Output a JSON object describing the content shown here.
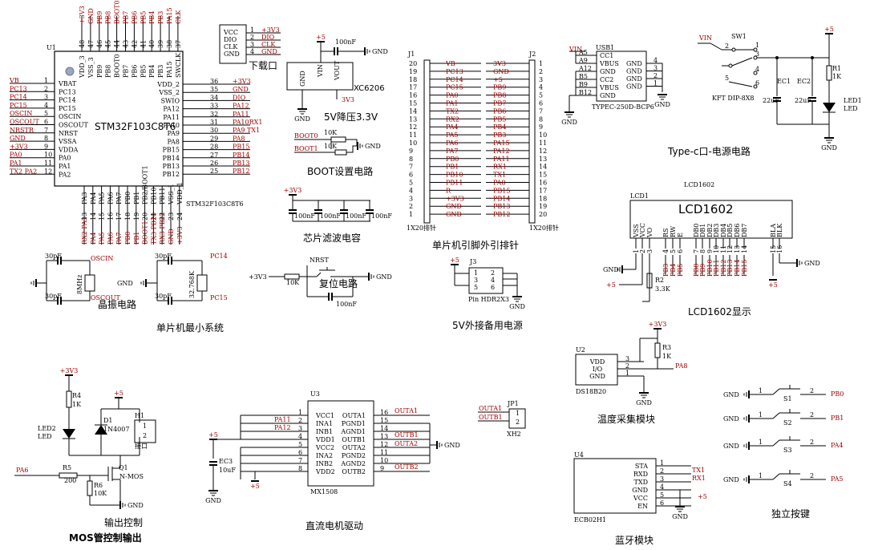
{
  "mcu": {
    "designator": "U1",
    "part": "STM32F103C8T6",
    "part_bottom": "STM32F103C8T6",
    "top_nums": [
      "48",
      "47",
      "46",
      "45",
      "44",
      "43",
      "42",
      "41",
      "40",
      "39",
      "38",
      "37"
    ],
    "top_names": [
      "VDD_3",
      "VSS_3",
      "PB9",
      "PB8",
      "BOOT0",
      "PB7",
      "PB6",
      "PB5",
      "PB4",
      "PB3",
      "PA15",
      "SWCLK"
    ],
    "top_nets": [
      "+3V3",
      "GND",
      "PB9",
      "PB8",
      "BOOT0",
      "PB7",
      "PB6",
      "PB5",
      "PB4",
      "PB3",
      "PA15",
      "CLK"
    ],
    "left_nums": [
      "1",
      "2",
      "3",
      "4",
      "5",
      "6",
      "7",
      "8",
      "9",
      "10",
      "11",
      "12"
    ],
    "left_names": [
      "VBAT",
      "PC13",
      "PC14",
      "PC15",
      "OSCIN",
      "OSCOUT",
      "NRST",
      "VSSA",
      "VDDA",
      "PA0",
      "PA1",
      "PA2"
    ],
    "left_nets": [
      "VB",
      "PC13",
      "PC14",
      "PC15",
      "OSCIN",
      "OSCOUT",
      "NRSTR",
      "GND",
      "+3V3",
      "PA0",
      "PA1",
      "TX2 PA2"
    ],
    "right_nums": [
      "36",
      "35",
      "34",
      "33",
      "32",
      "31",
      "30",
      "29",
      "28",
      "27",
      "26",
      "25"
    ],
    "right_names": [
      "VDD_2",
      "VSS_2",
      "SWIO",
      "PA12",
      "PA11",
      "PA10",
      "PA9",
      "PA8",
      "PB15",
      "PB14",
      "PB13",
      "PB12"
    ],
    "right_nets": [
      "+3V3",
      "GND",
      "DIO",
      "PA12",
      "PA11",
      "PA10RX1",
      "PA9  TX1",
      "PA8",
      "PB15",
      "PB14",
      "PB13",
      "PB12"
    ],
    "bottom_nums": [
      "13",
      "14",
      "15",
      "16",
      "17",
      "18",
      "19",
      "20",
      "21",
      "22",
      "23",
      "24"
    ],
    "bottom_names": [
      "PA3",
      "PA4",
      "PA5",
      "PA6",
      "PA7",
      "PB0",
      "PB1",
      "PB2/BOOT1",
      "PB10",
      "PB11",
      "VSS_1",
      "VDD_1"
    ],
    "bottom_nets": [
      "RX2 PA3",
      "PA4",
      "PA5",
      "PA6",
      "PA7",
      "PB0",
      "PB1",
      "BOOT1",
      "TX3 PB10",
      "RX3 PB11",
      "GND",
      "+3V3"
    ]
  },
  "download": {
    "pins": [
      "VCC",
      "DIO",
      "CLK",
      "GND"
    ],
    "nums": [
      "1",
      "2",
      "3",
      "4"
    ],
    "nets": [
      "+3V3",
      "DIO",
      "CLK",
      "GND"
    ],
    "title": "下载口"
  },
  "reg": {
    "vin_net": "+5",
    "cap": "100nF",
    "gnd": "GND",
    "pins": [
      "GND",
      "VIN",
      "VOUT"
    ],
    "part": "XC6206",
    "out_net": "3V3",
    "title": "5V降压3.3V"
  },
  "boot": {
    "nets": [
      "BOOT0",
      "BOOT1"
    ],
    "res": [
      "10K",
      "10K"
    ],
    "gnd": "GND",
    "title": "BOOT设置电路"
  },
  "filter": {
    "net": "+3V3",
    "caps": [
      "100nF",
      "100nF",
      "100nF",
      "100nF"
    ],
    "title": "芯片滤波电容"
  },
  "reset": {
    "label": "NRST",
    "net": "+3V3",
    "res": "10K",
    "cap": "100nF",
    "gnd": "GND",
    "title": "复位电路"
  },
  "osc": {
    "labels": [
      "30pF",
      "OSCIN",
      "8MHz",
      "30pF",
      "OSCOUT",
      "30pF",
      "PC14",
      "32.768K",
      "30pF",
      "PC15",
      "GND"
    ],
    "title": "晶振电路"
  },
  "min_sys_title": "单片机最小系统",
  "j1": {
    "name": "J1",
    "nums": [
      "20",
      "19",
      "18",
      "17",
      "16",
      "15",
      "14",
      "13",
      "12",
      "11",
      "10",
      "9",
      "8",
      "7",
      "6",
      "5",
      "4",
      "3",
      "2",
      "1"
    ],
    "nets": [
      "VB",
      "PC13",
      "PC14",
      "PC15",
      "PA0",
      "PA1",
      "TX2",
      "RX2",
      "PA4",
      "PA5",
      "PA6",
      "PA7",
      "PB0",
      "PB1",
      "PB10",
      "PB11",
      "R",
      "+3V3",
      "GND",
      "GND"
    ],
    "footer": "1X20排针"
  },
  "j2": {
    "name": "J2",
    "nums": [
      "1",
      "2",
      "3",
      "4",
      "5",
      "6",
      "7",
      "8",
      "9",
      "10",
      "11",
      "12",
      "13",
      "14",
      "15",
      "16",
      "17",
      "18",
      "19",
      "20"
    ],
    "nets": [
      "3V3",
      "GND",
      "+5",
      "PB9",
      "PB8",
      "PB7",
      "PB6",
      "PB5",
      "PB4",
      "PB3",
      "PA15",
      "PA12",
      "PA11",
      "RX1",
      "TX1",
      "PA8",
      "PB15",
      "PB14",
      "PB13",
      "PB12"
    ],
    "footer": "1X20排针"
  },
  "header_title": "单片机引脚外引排针",
  "j3": {
    "name": "J3",
    "net": "+5",
    "nums": [
      "1",
      "2",
      "3",
      "4",
      "5",
      "6"
    ],
    "part": "Pin HDR2X3",
    "gnd": "GND",
    "title": "5V外接备用电源"
  },
  "usb": {
    "name": "USB1",
    "vin": "VIN",
    "pins_left": [
      "A5",
      "A9",
      "A12",
      "B5",
      "B9",
      "B12"
    ],
    "names_left": [
      "CC1",
      "VBUS",
      "GND",
      "CC2",
      "VBUS",
      "GND"
    ],
    "names_right": [
      "GND",
      "GND",
      "GND",
      "GND"
    ],
    "nums_right": [
      "4",
      "3",
      "2",
      "1"
    ],
    "part": "TYPEC-250D-BCP6",
    "gnd": [
      "GND",
      "GND"
    ]
  },
  "power": {
    "vin": "VIN",
    "sw": "SW1",
    "sw_part": "KFT DIP-8X8",
    "sw_nums": [
      "2",
      "3",
      "4",
      "5",
      "6",
      "1"
    ],
    "ec1": "EC1",
    "ec1_val": "22uF",
    "ec2": "EC2",
    "ec2_val": "22uF",
    "net5": "+5",
    "r1": "R1",
    "r1_val": "1K",
    "led": "LED1",
    "led_sub": "LED",
    "gnd": "GND",
    "title": "Type-c口-电源电路"
  },
  "lcd": {
    "top": "LCD1602",
    "name": "LCD1",
    "model": "LCD1602",
    "pins": [
      "VSS",
      "VCC",
      "VO",
      "RS",
      "RW",
      "E",
      "DB0",
      "DB1",
      "DB2",
      "DB3",
      "DB4",
      "DB5",
      "DB6",
      "DB7",
      "BLA",
      "BLK"
    ],
    "nums": [
      "1",
      "2",
      "3",
      "4",
      "5",
      "6",
      "7",
      "8",
      "9",
      "10",
      "11",
      "12",
      "13",
      "14",
      "15",
      "16"
    ],
    "nets": [
      "",
      "",
      "",
      "PB3",
      "PB4",
      "PB5",
      "PB8",
      "PB9",
      "PB10",
      "PB11",
      "PB12",
      "PB13",
      "PB14",
      "PB15"
    ],
    "gnd": "GND",
    "vcc": "+5",
    "r2": "R2",
    "r2_val": "3.3K",
    "title": "LCD1602显示"
  },
  "temp": {
    "name": "U2",
    "pins": [
      "VDD",
      "I/O",
      "GND"
    ],
    "nums": [
      "3",
      "2",
      "1"
    ],
    "part": "DS18B20",
    "r3": "R3",
    "r3_val": "1K",
    "vcc": "+3V3",
    "net": "PA8",
    "gnd": "GND",
    "title": "温度采集模块"
  },
  "keys": {
    "gnd": "GND",
    "names": [
      "S1",
      "S2",
      "S3",
      "S4"
    ],
    "nets": [
      "PB0",
      "PB1",
      "PA4",
      "PA5"
    ],
    "title": "独立按键"
  },
  "bt": {
    "name": "U4",
    "pins": [
      "STA",
      "RXD",
      "TXD",
      "GND",
      "VCC",
      "EN"
    ],
    "nums": [
      "1",
      "2",
      "3",
      "4",
      "5",
      "6"
    ],
    "nets": [
      "TX1",
      "RX1"
    ],
    "part": "ECB02H1",
    "vcc": "+5",
    "gnd": "GND",
    "title": "蓝牙模块"
  },
  "motor": {
    "name": "U3",
    "part": "MX1508",
    "left_pins": [
      "VCC1",
      "INA1",
      "INB1",
      "VDD1",
      "VCC2",
      "INA2",
      "INB2",
      "VDD2"
    ],
    "left_nums": [
      "1",
      "2",
      "3",
      "4",
      "5",
      "6",
      "7",
      "8"
    ],
    "right_pins": [
      "OUTA1",
      "PGND1",
      "AGND1",
      "OUTB1",
      "OUTA2",
      "PGND2",
      "AGND2",
      "OUTB2"
    ],
    "right_nums": [
      "16",
      "15",
      "14",
      "13",
      "12",
      "11",
      "10",
      "9"
    ],
    "in_nets": [
      "PA11",
      "PA12"
    ],
    "out_nets": [
      "OUTA1",
      "OUTB1",
      "OUTA2",
      "OUTB2"
    ],
    "ec3": "EC3",
    "ec3_val": "10uF",
    "vcc": "+5",
    "gnd": "GND",
    "title": "直流电机驱动"
  },
  "jp1": {
    "name": "JP1",
    "nets": [
      "OUTA1",
      "OUTB1"
    ],
    "nums": [
      "1",
      "2"
    ],
    "part": "XH2"
  },
  "mos": {
    "vcc": "+3V3",
    "r4": "R4",
    "r4_val": "1K",
    "led2": "LED2",
    "led2_sub": "LED",
    "d1": "D1",
    "d1_part": "1N4007",
    "h1": "H1",
    "h1_nums": [
      "1",
      "2"
    ],
    "h1_sub": "接口",
    "net5": "+5",
    "pa6": "PA6",
    "r5": "R5",
    "r5_val": "200",
    "q1": "Q1",
    "q1_part": "N-MOS",
    "r6": "R6",
    "r6_val": "10K",
    "gnd": "GND",
    "title": "输出控制",
    "title2": "MOS管控制输出"
  }
}
